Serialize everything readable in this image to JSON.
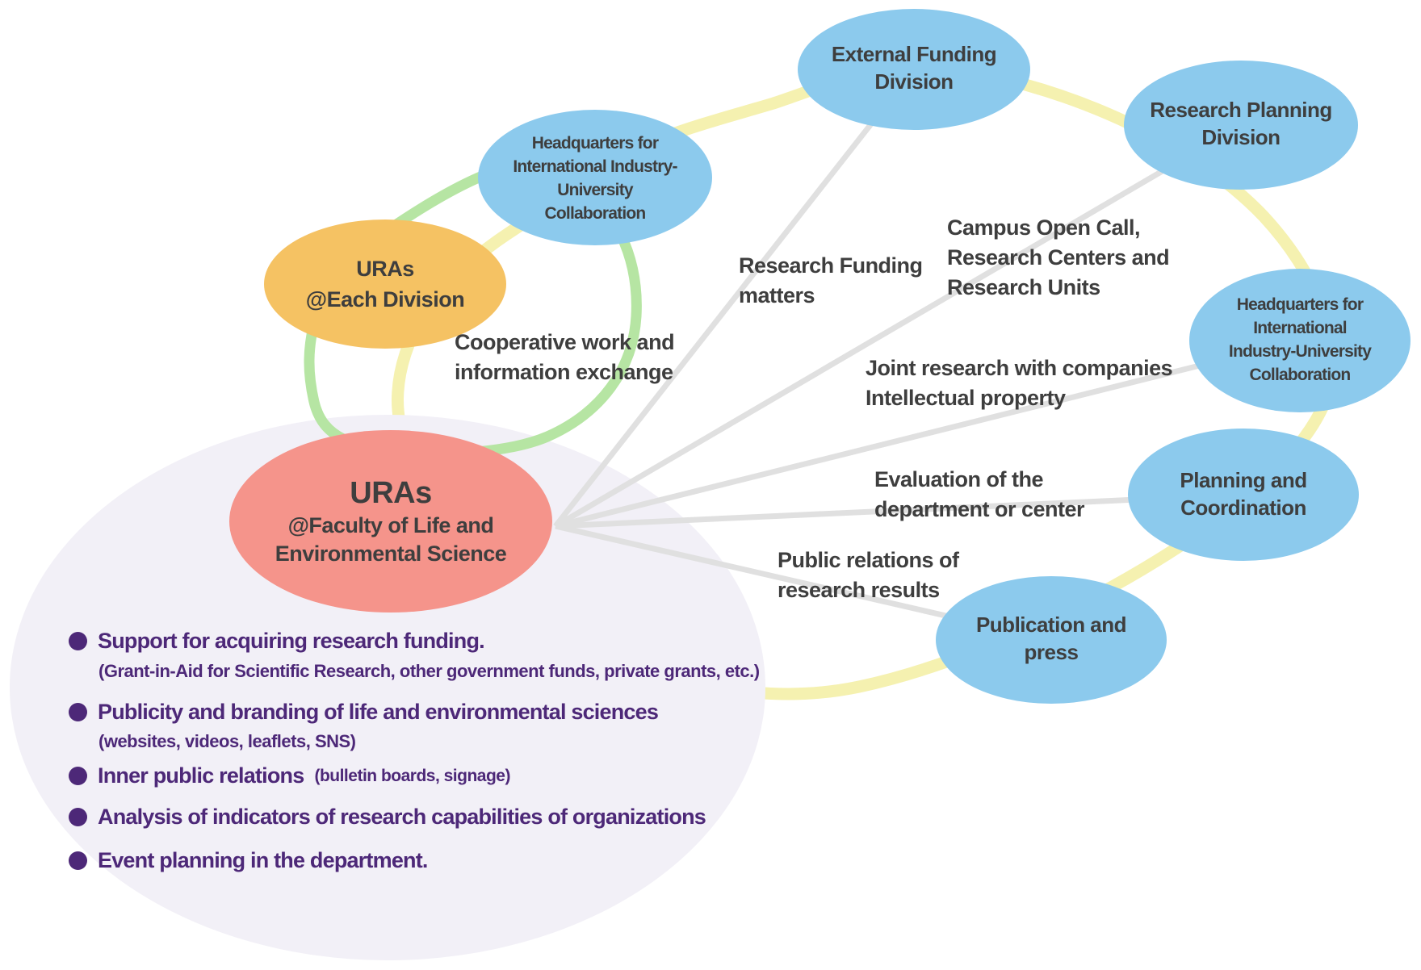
{
  "colors": {
    "node_blue": "#8CCAED",
    "node_orange": "#F5C263",
    "node_red": "#F5948B",
    "background_ellipse": "#F2F0F7",
    "ring_yellow": "#F5F1B0",
    "ring_green": "#B6E5A3",
    "connector_gray": "#E0E0E0",
    "text_dark": "#3E3E3E",
    "text_purple": "#4D2878"
  },
  "nodes": {
    "external_funding": {
      "lines": [
        "External Funding",
        "Division"
      ]
    },
    "research_planning": {
      "lines": [
        "Research Planning",
        "Division"
      ]
    },
    "hq_top": {
      "lines": [
        "Headquarters for",
        "International Industry-",
        "University",
        "Collaboration"
      ]
    },
    "uras_each_division": {
      "title": "URAs",
      "subtitle": "@Each Division"
    },
    "hq_right": {
      "lines": [
        "Headquarters for",
        "International",
        "Industry-University",
        "Collaboration"
      ]
    },
    "planning_coordination": {
      "lines": [
        "Planning and",
        "Coordination"
      ]
    },
    "publication_press": {
      "lines": [
        "Publication and",
        "press"
      ]
    },
    "uras_faculty": {
      "title": "URAs",
      "lines": [
        "@Faculty of Life and",
        "Environmental Science"
      ]
    }
  },
  "edge_labels": {
    "research_funding": {
      "lines": [
        "Research Funding",
        "matters"
      ]
    },
    "campus_open_call": {
      "lines": [
        "Campus Open Call,",
        "Research Centers and",
        "Research Units"
      ]
    },
    "cooperative_work": {
      "lines": [
        "Cooperative work and",
        "information exchange"
      ]
    },
    "joint_research": {
      "lines": [
        "Joint research with companies",
        "Intellectual property"
      ]
    },
    "evaluation": {
      "lines": [
        "Evaluation of the",
        "department or center"
      ]
    },
    "public_relations": {
      "lines": [
        "Public relations of",
        "research results"
      ]
    }
  },
  "tasks": [
    {
      "main": "Support for acquiring research funding.",
      "sub": "(Grant-in-Aid for Scientific Research, other government funds, private grants, etc.)"
    },
    {
      "main": "Publicity and branding of life and environmental sciences",
      "sub": "(websites, videos, leaflets, SNS)"
    },
    {
      "main": "Inner public relations",
      "suffix": "(bulletin boards, signage)"
    },
    {
      "main": "Analysis of indicators of research capabilities of organizations"
    },
    {
      "main": "Event planning in the department."
    }
  ]
}
